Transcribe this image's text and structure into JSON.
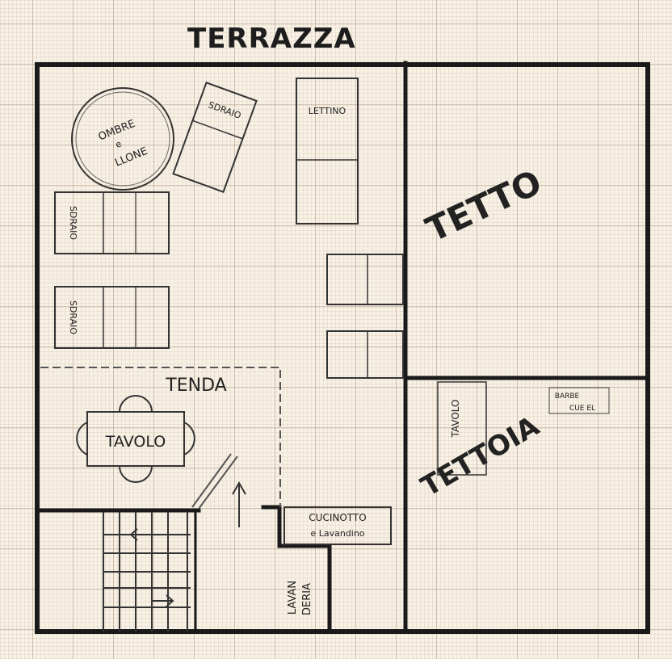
{
  "labels": {
    "terrazza": "TERRAZZA",
    "ombrellone": [
      "OMBRE",
      "e",
      "LLONE"
    ],
    "sdraio_tilted": "SDRAIO",
    "lettino": "LETTINO",
    "sdraio_1": "SDRAIO",
    "sdraio_2": "SDRAIO",
    "tetto": "TETTO",
    "tenda": "TENDA",
    "tavolo": "TAVOLO",
    "tavolo_small": "TAVOLO",
    "tettoia": "TETTOIA",
    "barbecue": [
      "BARBE",
      "CUE EL"
    ],
    "cucinotto": [
      "CUCINOTTO",
      "e Lavandino"
    ],
    "lavanderia": [
      "LAVAN",
      "DERIA"
    ]
  }
}
